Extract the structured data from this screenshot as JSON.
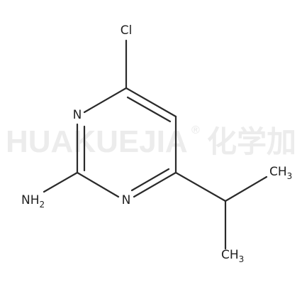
{
  "watermark": {
    "brand": "HUAKUEJIA",
    "registered": "®",
    "cjk": "化学加"
  },
  "molecule": {
    "atoms": {
      "cl": "Cl",
      "n_upper": "N",
      "n_lower": "N",
      "nh2_main": "NH",
      "nh2_sub": "2",
      "ch3_upper_main": "CH",
      "ch3_upper_sub": "3",
      "ch3_lower_main": "CH",
      "ch3_lower_sub": "3"
    }
  },
  "colors": {
    "ink": "#222222",
    "bond": "#2a2a2a",
    "watermark": "#ececec",
    "background": "#ffffff"
  }
}
